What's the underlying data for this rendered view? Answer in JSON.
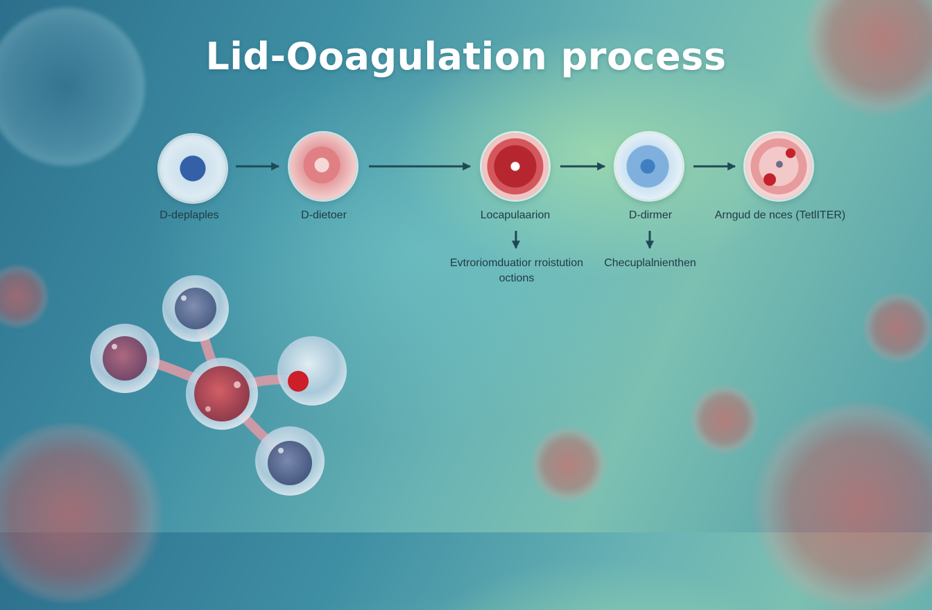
{
  "title": "Lid-Ooagulation process",
  "stages": [
    {
      "label": "D-deplaples"
    },
    {
      "label": "D-dietoer"
    },
    {
      "label": "Locapulaarion"
    },
    {
      "label": "D-dirmer"
    },
    {
      "label": "Arngud de nces (TetlITER)"
    }
  ],
  "sub_outcomes": [
    {
      "text": "Evtroriomduatior rroistution octions"
    },
    {
      "text": "Checuplalnienthen"
    }
  ],
  "colors": {
    "arrow": "#1f4a55",
    "text_dark": "#1f3a44",
    "title": "#ffffff",
    "cell_red": "#c8484f",
    "cell_blue": "#2f5d9a"
  },
  "illustration": {
    "name": "molecular-cluster-illustration"
  }
}
